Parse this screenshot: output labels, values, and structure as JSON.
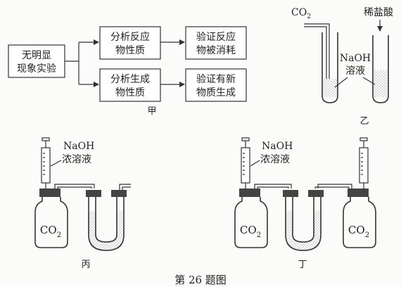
{
  "flowchart": {
    "start": [
      "无明显",
      "现象实验"
    ],
    "branch_top": [
      "分析反应",
      "物性质"
    ],
    "branch_bottom": [
      "分析生成",
      "物性质"
    ],
    "result_top": [
      "验证反应",
      "物被消耗"
    ],
    "result_bottom": [
      "验证有新",
      "物质生成"
    ],
    "label": "甲"
  },
  "yi": {
    "gas": "CO",
    "gas_sub": "2",
    "acid": "稀盐酸",
    "solution": [
      "NaOH",
      "溶液"
    ],
    "label": "乙"
  },
  "bing": {
    "reagent": [
      "NaOH",
      "浓溶液"
    ],
    "flask": "CO",
    "flask_sub": "2",
    "label": "丙"
  },
  "ding": {
    "reagent": [
      "NaOH",
      "浓溶液"
    ],
    "flask_left": "CO",
    "flask_left_sub": "2",
    "flask_right": "CO",
    "flask_right_sub": "2",
    "label": "丁"
  },
  "caption": "第 26 题图"
}
